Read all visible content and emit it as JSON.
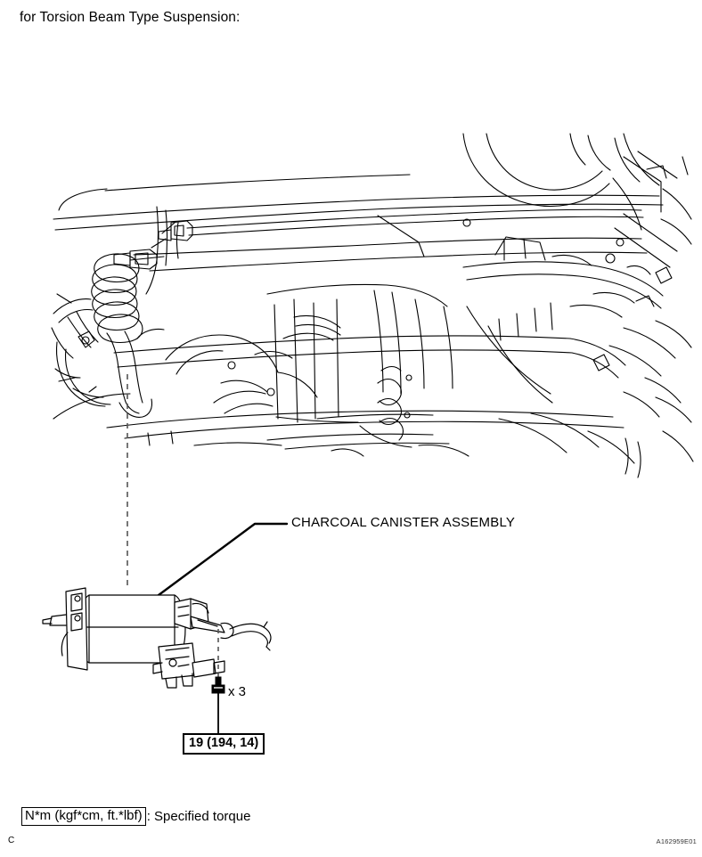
{
  "heading": {
    "text": "for Torsion Beam Type Suspension:"
  },
  "callouts": [
    {
      "id": "charcoal-canister-assembly",
      "label": "CHARCOAL CANISTER ASSEMBLY"
    }
  ],
  "fasteners": {
    "bolt_quantity_label": "x 3"
  },
  "torque_spec": {
    "value": "19 (194, 14)",
    "newton_meters": 19,
    "kgf_cm": 194,
    "ft_lbf": 14
  },
  "legend": {
    "units_box": "N*m (kgf*cm, ft.*lbf)",
    "description": ": Specified torque"
  },
  "page_marker": "C",
  "figure_id": "A162959E01",
  "illustration": {
    "vehicle_view_name": "rear-underbody-view",
    "part_view_name": "charcoal-canister-detail",
    "line_color": "#000000",
    "dashed_leader_color": "#555555"
  }
}
